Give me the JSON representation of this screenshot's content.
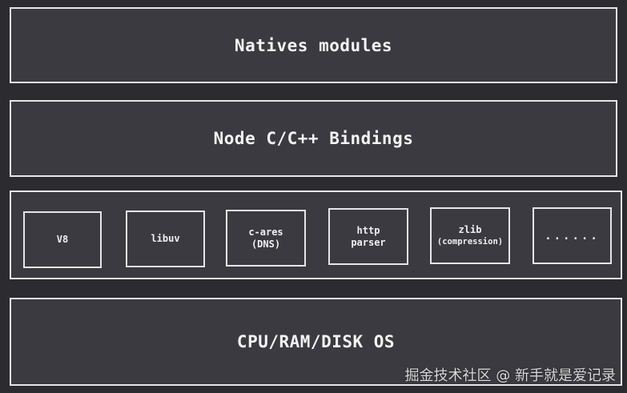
{
  "layers": {
    "natives": {
      "title": "Natives modules"
    },
    "bindings": {
      "title": "Node C/C++ Bindings"
    },
    "os": {
      "title": "CPU/RAM/DISK OS"
    }
  },
  "modules": {
    "v8": {
      "line1": "V8"
    },
    "libuv": {
      "line1": "libuv"
    },
    "cares": {
      "line1": "c-ares",
      "line2": "(DNS)"
    },
    "http": {
      "line1": "http",
      "line2": "parser"
    },
    "zlib": {
      "line1": "zlib",
      "line2": "(compression)"
    },
    "more": {
      "line1": "......"
    }
  },
  "watermark": "掘金技术社区 @ 新手就是爱记录",
  "colors": {
    "background": "#2b2b30",
    "box_fill": "#3a3a40",
    "border": "#e6e6e6",
    "text": "#f4f4f4"
  }
}
